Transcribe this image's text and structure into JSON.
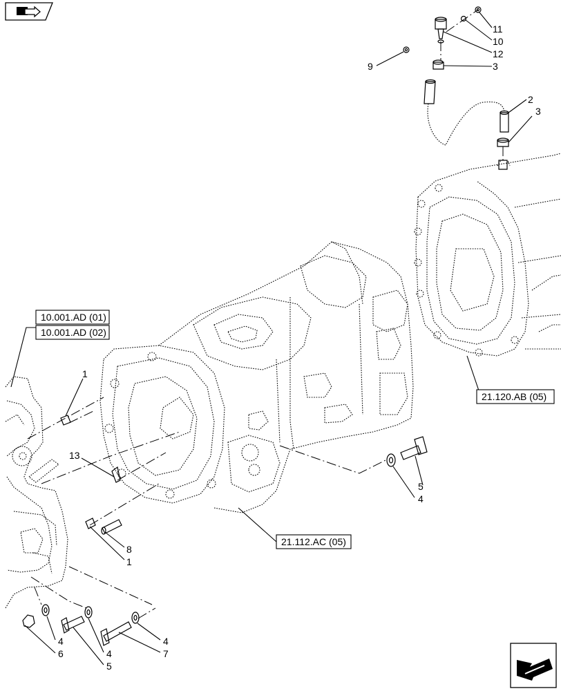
{
  "nav": {
    "top_icon": "book-arrow-icon",
    "bottom_icon": "arrow-left-icon"
  },
  "references": [
    {
      "id": "ref-10001ad01",
      "label": "10.001.AD (01)"
    },
    {
      "id": "ref-10001ad02",
      "label": "10.001.AD (02)"
    },
    {
      "id": "ref-21120ab05",
      "label": "21.120.AB (05)"
    },
    {
      "id": "ref-21112ac05",
      "label": "21.112.AC (05)"
    }
  ],
  "callouts": {
    "c11": "11",
    "c10": "10",
    "c12": "12",
    "c9": "9",
    "c3a": "3",
    "c2": "2",
    "c3b": "3",
    "c1a": "1",
    "c13": "13",
    "c8": "8",
    "c1b": "1",
    "c5a": "5",
    "c4a": "4",
    "c4b": "4",
    "c6": "6",
    "c4c": "4",
    "c5b": "5",
    "c4d": "4",
    "c7": "7"
  }
}
